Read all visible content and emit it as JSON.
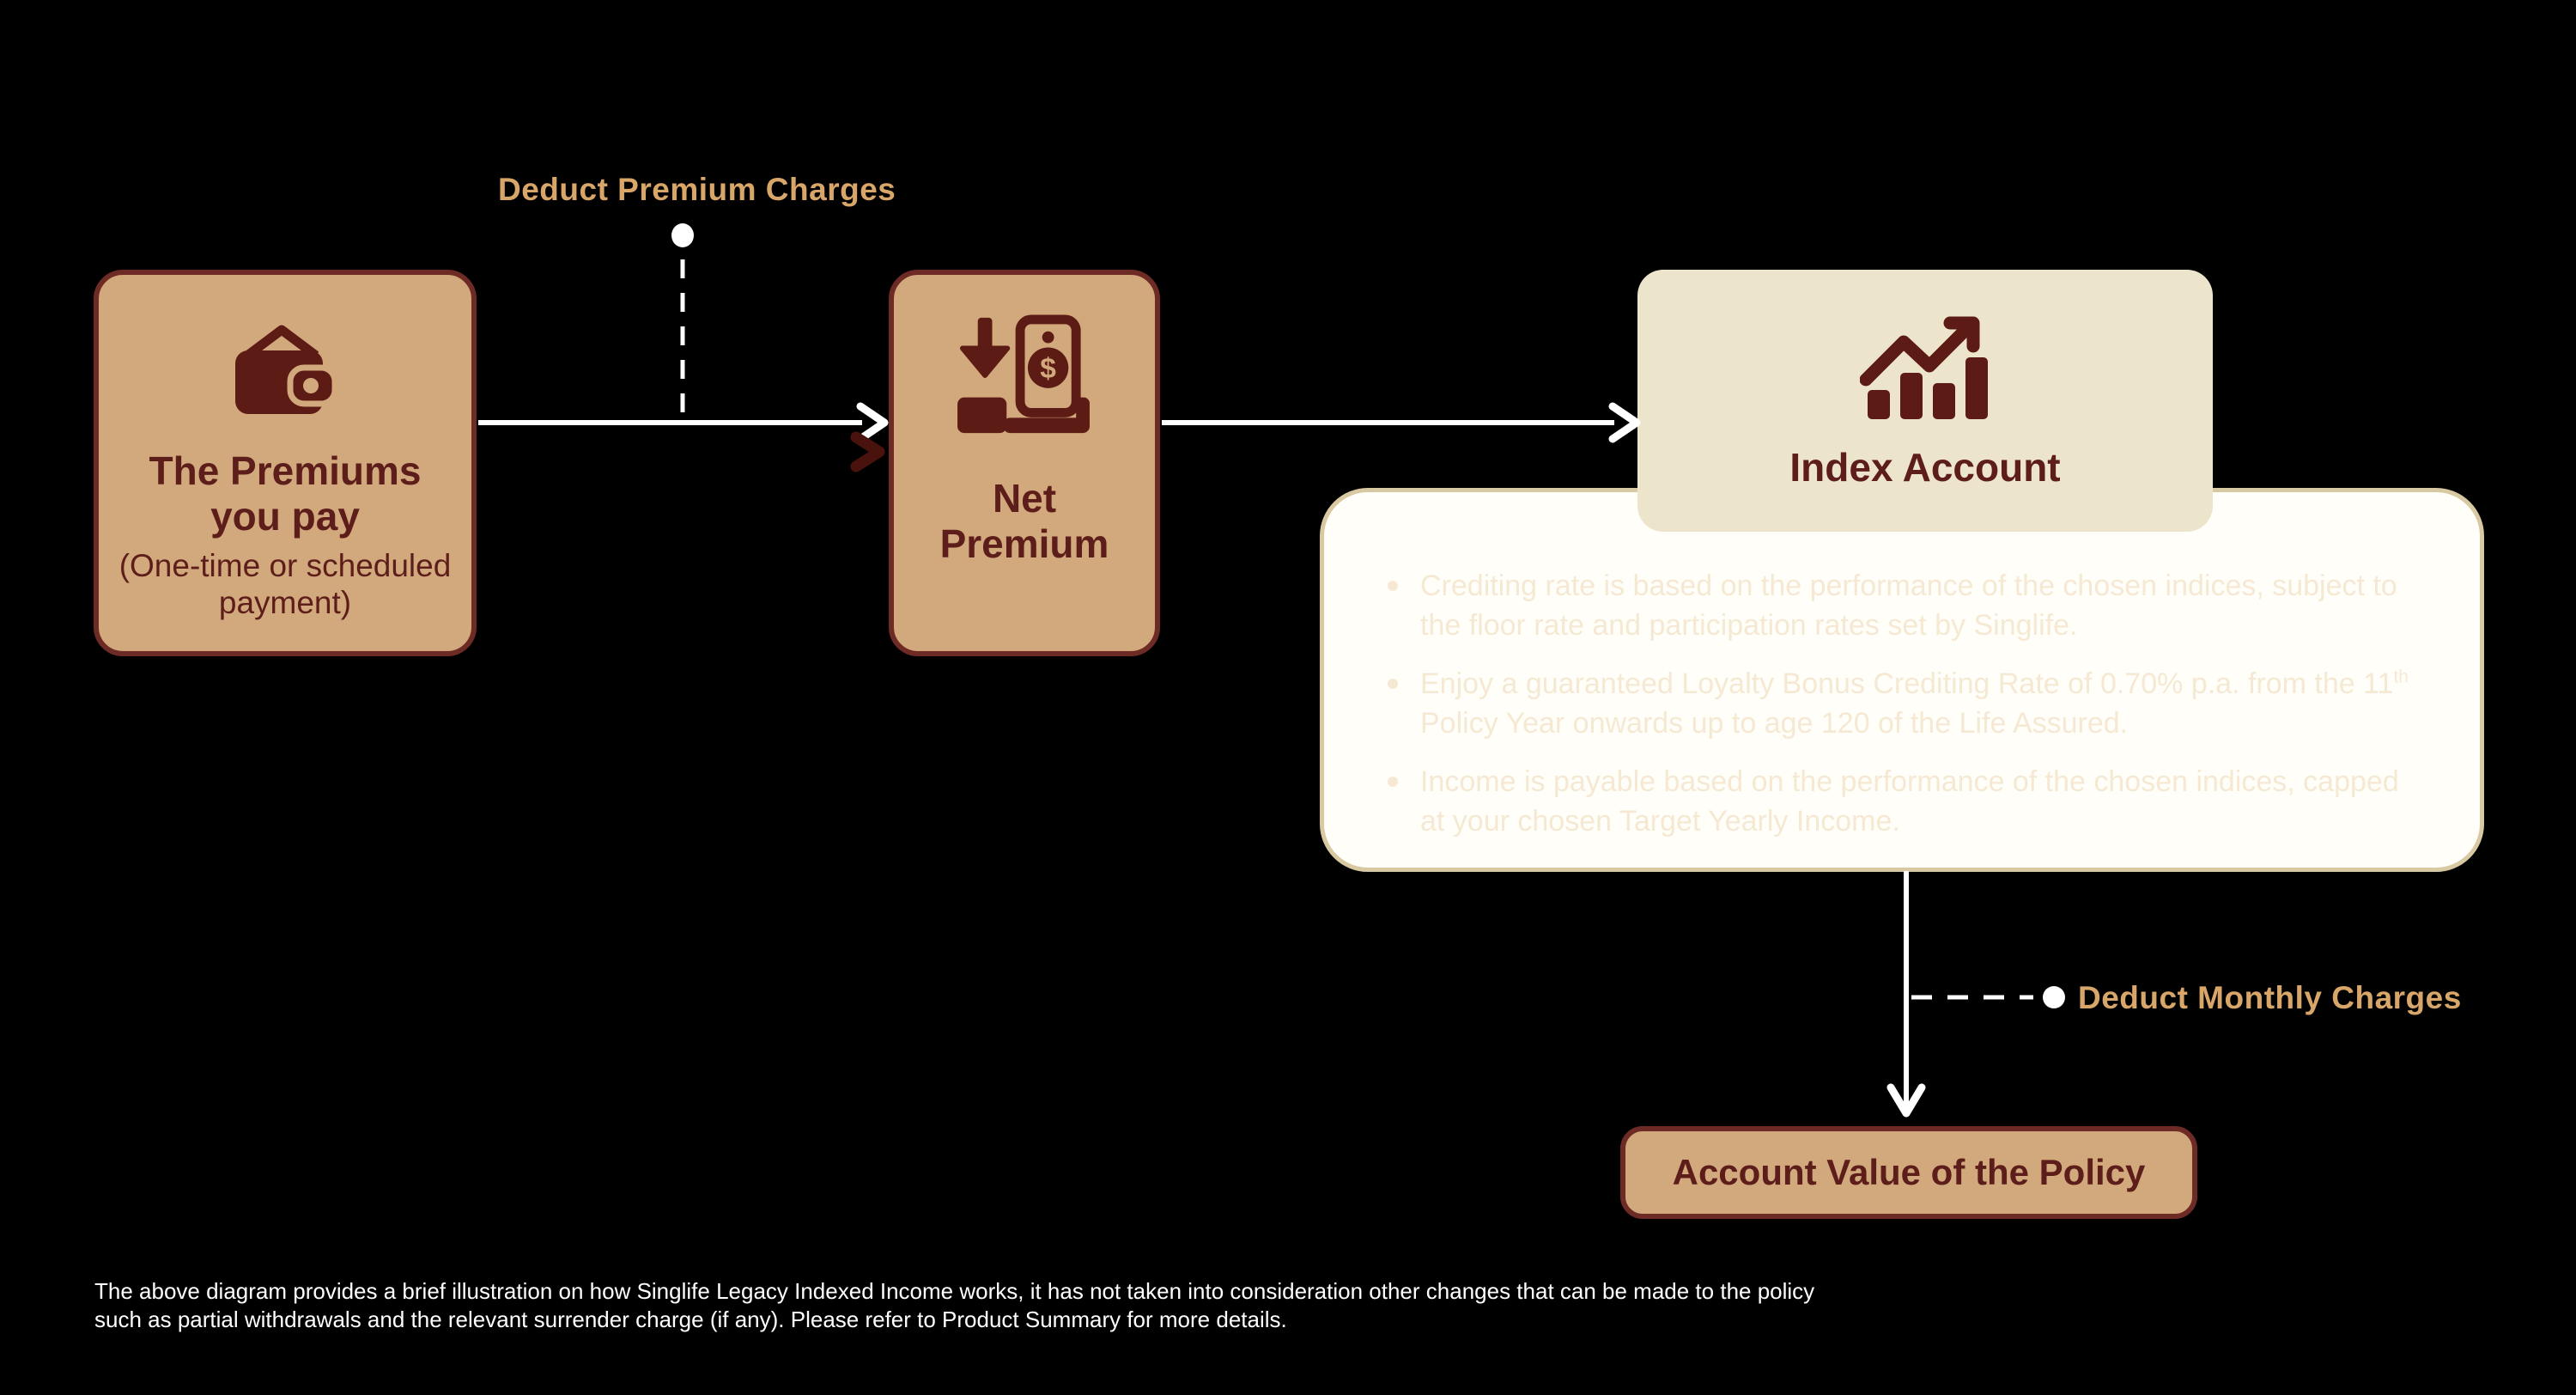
{
  "diagram": {
    "deduct_premium_label": "Deduct Premium Charges",
    "deduct_monthly_label": "Deduct Monthly Charges",
    "premium_box": {
      "icon": "wallet-icon",
      "title": "The Premiums you pay",
      "subtitle": "(One-time or scheduled payment)"
    },
    "net_premium_box": {
      "icon": "cash-deposit-icon",
      "title": "Net Premium"
    },
    "index_account_box": {
      "icon": "growth-chart-icon",
      "title": "Index Account"
    },
    "index_panel": {
      "bullets": [
        {
          "text": "Crediting rate is based on the performance of the chosen indices, subject to the floor rate and participation rates set by Singlife."
        },
        {
          "before_sup": "Enjoy a guaranteed Loyalty Bonus Crediting Rate of 0.70% p.a. from the 11",
          "sup": "th",
          "after_sup": " Policy Year onwards up to age 120 of the Life Assured."
        },
        {
          "text": "Income is payable based on the performance of the chosen indices, capped at your chosen Target Yearly Income."
        }
      ]
    },
    "account_value_box": {
      "title": "Account Value of the Policy"
    }
  },
  "footer": {
    "lines": [
      "The above diagram provides a brief illustration on how Singlife Legacy Indexed Income works, it has not taken into consideration other changes that can be made to the policy",
      "such as partial withdrawals and the relevant surrender charge (if any). Please refer to Product Summary for more details."
    ]
  },
  "colors": {
    "background": "#000000",
    "box_tan": "#D2A97C",
    "box_border_maroon": "#6E2B26",
    "text_maroon": "#5D1E1B",
    "icon_maroon": "#5C1B14",
    "cream_box": "#EDE5CB",
    "panel_fill": "#FFFEF9",
    "panel_border": "#D8C9A2",
    "gold_label": "#D9A66A",
    "bullet_text": "#F6E9D3",
    "connector_white": "#FFFFFF",
    "chevron_maroon": "#4A120D"
  }
}
